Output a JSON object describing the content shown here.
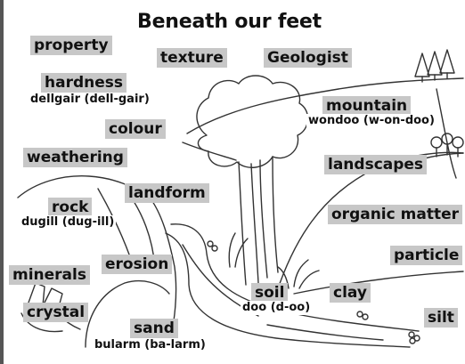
{
  "title": "Beneath our  feet",
  "cards": {
    "property": "property",
    "texture": "texture",
    "geologist": "Geologist",
    "hardness": "hardness",
    "mountain": "mountain",
    "colour": "colour",
    "weathering": "weathering",
    "landscapes": "landscapes",
    "landform": "landform",
    "rock": "rock",
    "organic_matter": "organic matter",
    "particle": "particle",
    "minerals": "minerals",
    "erosion": "erosion",
    "soil": "soil",
    "clay": "clay",
    "crystal": "crystal",
    "sand": "sand",
    "silt": "silt"
  },
  "translations": {
    "hardness": "dellgair (dell-gair)",
    "mountain": "wondoo (w-on-doo)",
    "rock": "dugill (dug-ill)",
    "soil": "doo (d-oo)",
    "sand": "bularm (ba-larm)"
  },
  "drawing": {
    "items": [
      "pine-trees",
      "mountain-slope",
      "hill",
      "tree-canopy",
      "tree-trunks",
      "river",
      "rock-outcrop",
      "crystals",
      "plants",
      "flowers"
    ]
  }
}
